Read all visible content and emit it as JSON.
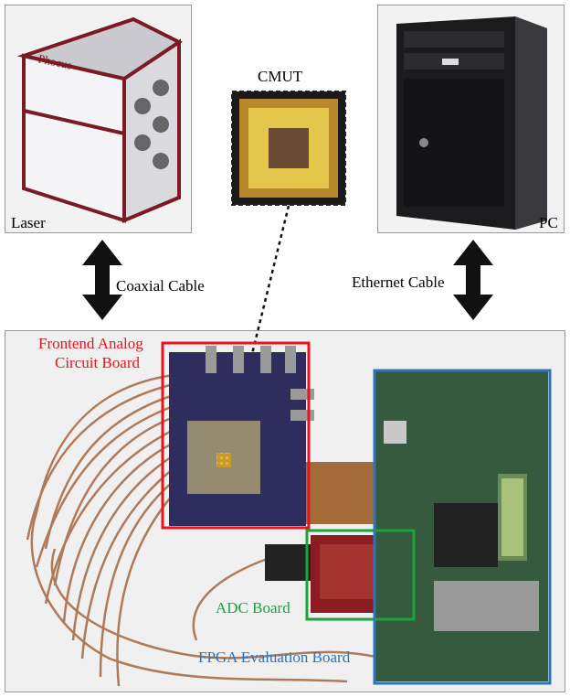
{
  "labels": {
    "laser": "Laser",
    "pc": "PC",
    "cmut": "CMUT",
    "coaxial": "Coaxial Cable",
    "ethernet": "Ethernet Cable",
    "frontend_line1": "Frontend Analog",
    "frontend_line2": "Circuit Board",
    "adc": "ADC Board",
    "fpga": "FPGA Evaluation Board"
  },
  "laser_brand": "Phocus",
  "colors": {
    "frontend": "#e8141c",
    "adc": "#1aa53a",
    "fpga": "#2a74c0",
    "arrow": "#111111"
  }
}
